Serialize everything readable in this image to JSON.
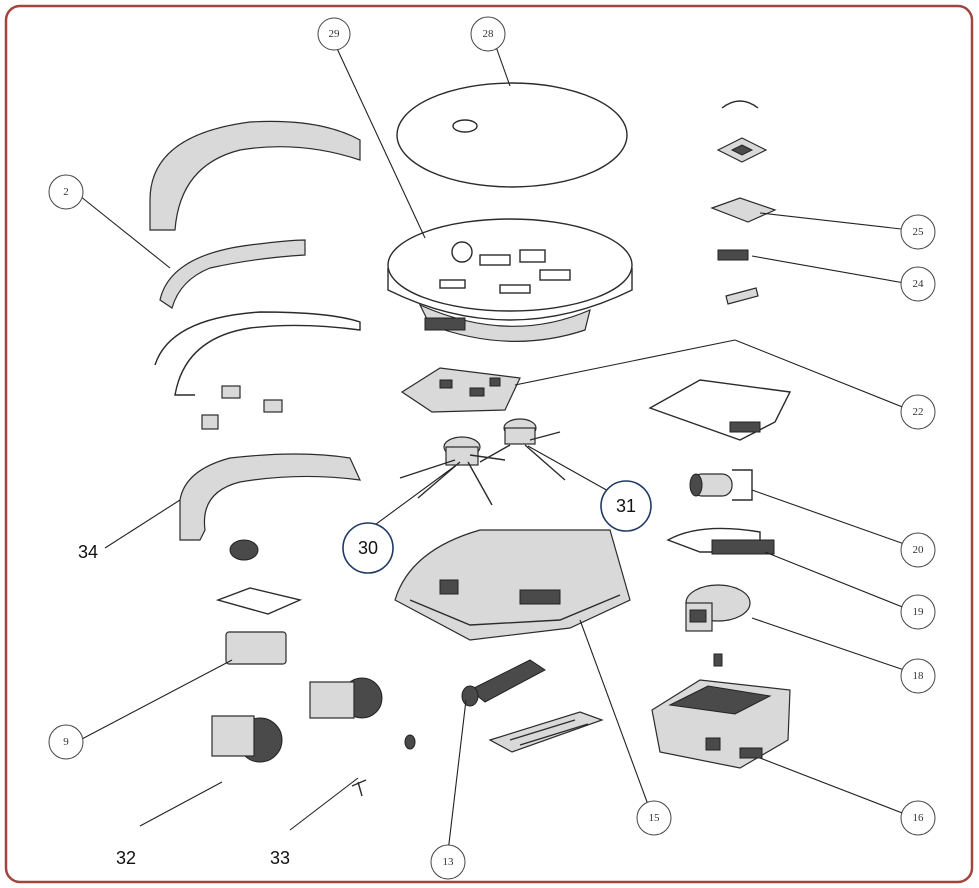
{
  "diagram": {
    "callouts": [
      {
        "id": "29",
        "label": "29"
      },
      {
        "id": "28",
        "label": "28"
      },
      {
        "id": "2",
        "label": "2"
      },
      {
        "id": "25",
        "label": "25"
      },
      {
        "id": "24",
        "label": "24"
      },
      {
        "id": "22",
        "label": "22"
      },
      {
        "id": "20",
        "label": "20"
      },
      {
        "id": "19",
        "label": "19"
      },
      {
        "id": "18",
        "label": "18"
      },
      {
        "id": "16",
        "label": "16"
      },
      {
        "id": "15",
        "label": "15"
      },
      {
        "id": "13",
        "label": "13"
      },
      {
        "id": "9",
        "label": "9"
      }
    ],
    "added_labels": [
      {
        "id": "30",
        "label": "30"
      },
      {
        "id": "31",
        "label": "31"
      },
      {
        "id": "34",
        "label": "34"
      },
      {
        "id": "32",
        "label": "32"
      },
      {
        "id": "33",
        "label": "33"
      }
    ],
    "colors": {
      "border": "#a0463f",
      "added_circle": "#1f3b63",
      "line": "#222222"
    }
  }
}
